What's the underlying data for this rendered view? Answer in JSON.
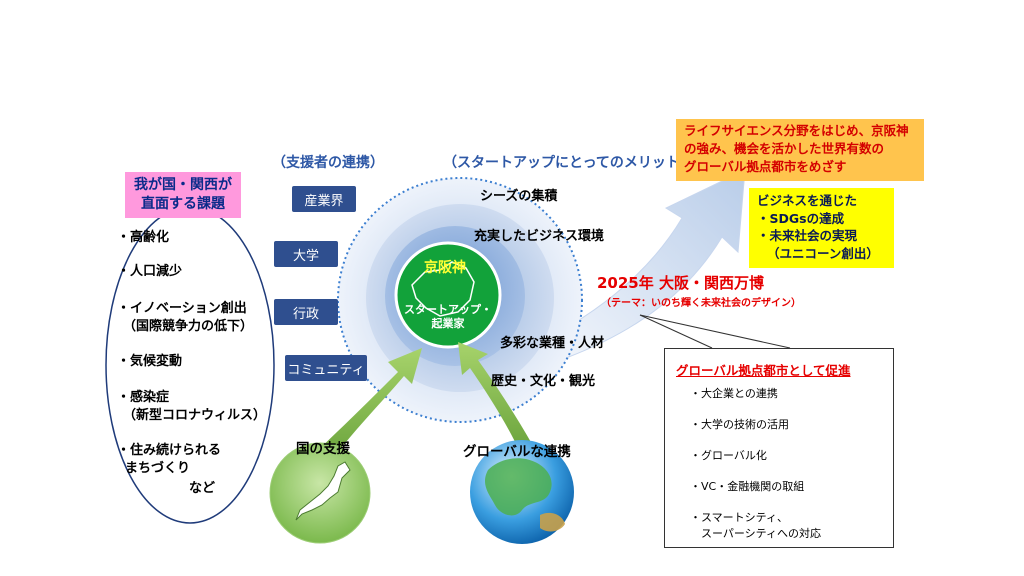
{
  "challenges": {
    "title_lines": [
      "我が国・関西が",
      "直面する課題"
    ],
    "items": [
      {
        "lines": [
          "・高齢化"
        ]
      },
      {
        "lines": [
          "・人口減少"
        ]
      },
      {
        "lines": [
          "・イノベーション創出",
          "（国際競争力の低下）"
        ]
      },
      {
        "lines": [
          "・気候変動"
        ]
      },
      {
        "lines": [
          "・感染症",
          "（新型コロナウィルス）"
        ]
      },
      {
        "lines": [
          "・住み続けられる",
          "まちづくり"
        ]
      }
    ],
    "etc": "など"
  },
  "supporters": {
    "header": "（支援者の連携）",
    "items": [
      "産業界",
      "大学",
      "行政",
      "コミュニティ"
    ]
  },
  "merits": {
    "header": "（スタートアップにとってのメリット）",
    "items": [
      "シーズの集積",
      "充実したビジネス環境",
      "多彩な業種・人材",
      "歴史・文化・観光"
    ]
  },
  "center": {
    "title": "京阪神",
    "line1": "スタートアップ・",
    "line2": "起業家"
  },
  "national_support": "国の支援",
  "global_collab": "グローバルな連携",
  "expo": {
    "title": "2025年 大阪・関西万博",
    "subtitle": "（テーマ：いのち輝く未来社会のデザイン）"
  },
  "goal": {
    "lines": [
      "ライフサイエンス分野をはじめ、京阪神",
      "の強み、機会を活かした世界有数の",
      "グローバル拠点都市をめざす"
    ]
  },
  "sdgs": {
    "lines": [
      "ビジネスを通じた",
      "・SDGsの達成",
      "・未来社会の実現",
      "（ユニコーン創出）"
    ]
  },
  "hub": {
    "title": "グローバル拠点都市として促進",
    "items": [
      {
        "lines": [
          "・大企業との連携"
        ]
      },
      {
        "lines": [
          "・大学の技術の活用"
        ]
      },
      {
        "lines": [
          "・グローバル化"
        ]
      },
      {
        "lines": [
          "・VC・金融機関の取組"
        ]
      },
      {
        "lines": [
          "・スマートシティ、",
          "　スーパーシティへの対応"
        ]
      }
    ]
  },
  "colors": {
    "pink_box": "#ff99dd",
    "navy_box": "#2f4f8f",
    "header_blue": "#2e58a6",
    "center_green": "#12a23a",
    "expo_red": "#e60000",
    "goal_orange": "#ffc44d",
    "sdg_yellow": "#ffff00"
  }
}
